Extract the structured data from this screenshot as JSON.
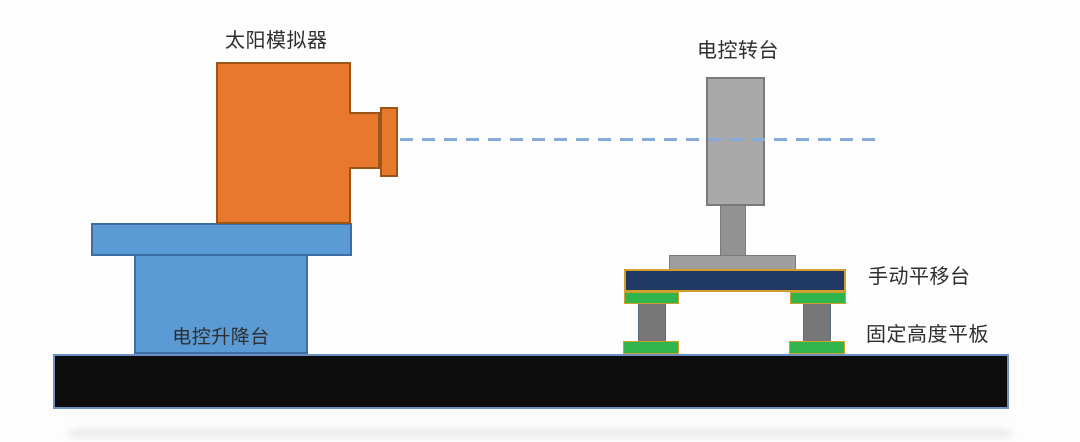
{
  "diagram": {
    "title_implicit": "solar-simulator optical test setup",
    "labels": {
      "solar_simulator": "太阳模拟器",
      "rotary_stage": "电控转台",
      "lift_stage": "电控升降台",
      "manual_translation_stage": "手动平移台",
      "fixed_height_plate": "固定高度平板"
    },
    "beam": {
      "style": "dashed",
      "direction": "horizontal",
      "meaning": "optical-axis"
    },
    "colors": {
      "orange": "#E8782C",
      "orange_border": "#9C5518",
      "blue": "#5B9BD5",
      "blue_border": "#3A6EA5",
      "gray": "#A9A9A9",
      "gray_dark": "#7A7A7A",
      "navy": "#1F3864",
      "gold_border": "#D29F2A",
      "green": "#2FB54C",
      "black_base": "#0C0C0C",
      "base_border": "#6C90C4",
      "beam": "#86AADC",
      "text": "#2E2E2E"
    }
  }
}
